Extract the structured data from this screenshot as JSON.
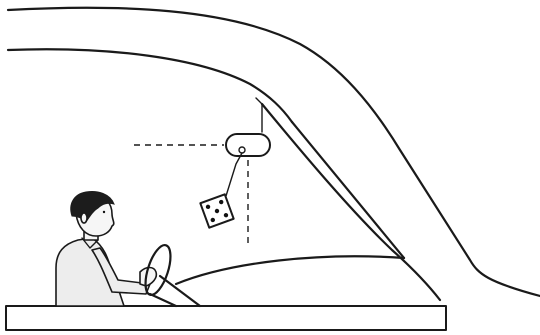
{
  "figure": {
    "kind": "line-illustration",
    "subject": "driver-with-dice-hanging-from-rear-view-mirror",
    "colors": {
      "stroke": "#1a1a1a",
      "background": "#ffffff",
      "shirt_shade": "#ededed"
    },
    "die_face_pips": 5
  }
}
